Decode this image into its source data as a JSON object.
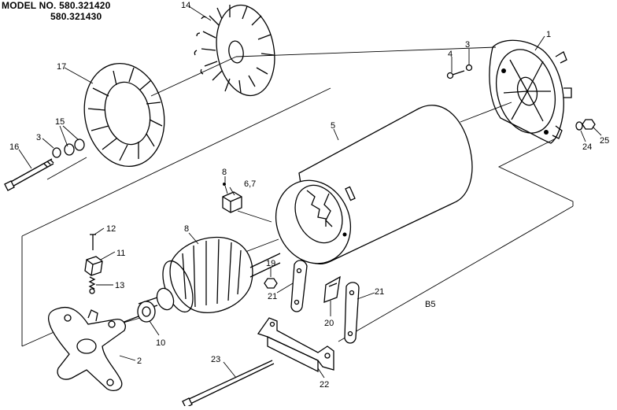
{
  "header": {
    "model_line_1": "MODEL NO. 580.321420",
    "model_line_2": "580.321430"
  },
  "callouts": {
    "c1": "1",
    "c2": "2",
    "c3a": "3",
    "c3b": "3",
    "c4": "4",
    "c5": "5",
    "c67": "6,7",
    "c8a": "8",
    "c8b": "8",
    "c10": "10",
    "c11": "11",
    "c12": "12",
    "c13": "13",
    "c14": "14",
    "c15": "15",
    "c16": "16",
    "c17": "17",
    "c19": "19",
    "c20": "20",
    "c21a": "21",
    "c21b": "21",
    "c22": "22",
    "c23": "23",
    "c24": "24",
    "c25": "25"
  },
  "figure_code": "B5"
}
